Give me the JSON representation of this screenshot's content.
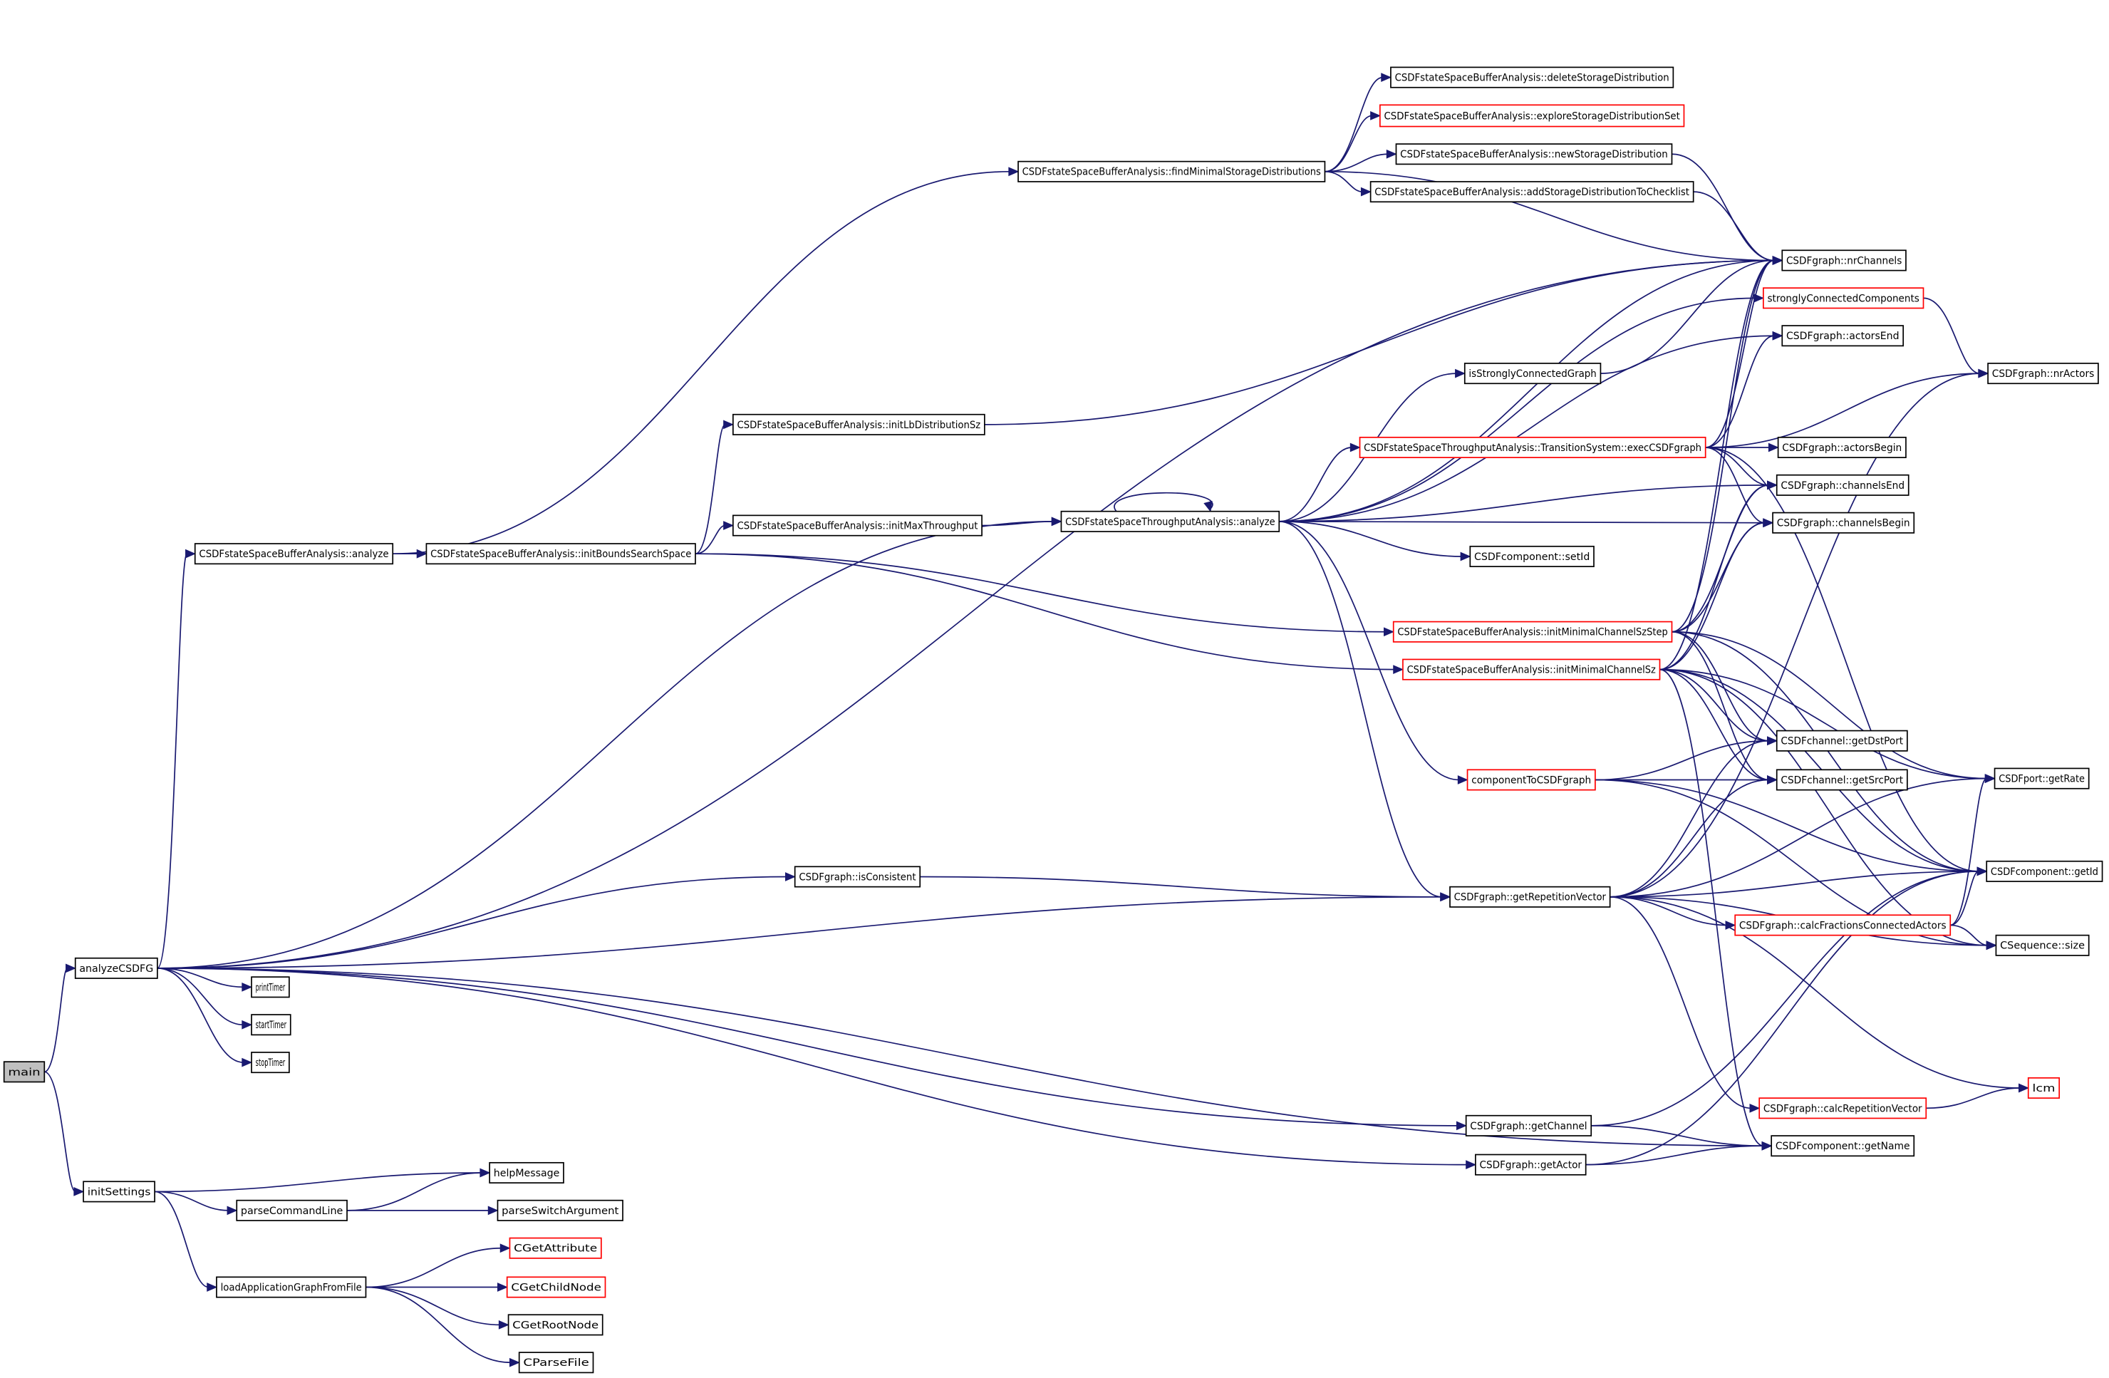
{
  "diagram": {
    "type": "call-graph",
    "colors": {
      "edge": "#191970",
      "node_border": "#000000",
      "undocumented_border": "#ff0000",
      "root_fill": "#bfbfbf",
      "background": "#ffffff"
    },
    "nodes": [
      {
        "id": "main",
        "label": "main",
        "style": "root"
      },
      {
        "id": "analyzeCSDFG",
        "label": "analyzeCSDFG",
        "style": "normal"
      },
      {
        "id": "initSettings",
        "label": "initSettings",
        "style": "normal"
      },
      {
        "id": "printTimer",
        "label": "printTimer",
        "style": "normal"
      },
      {
        "id": "startTimer",
        "label": "startTimer",
        "style": "normal"
      },
      {
        "id": "stopTimer",
        "label": "stopTimer",
        "style": "normal"
      },
      {
        "id": "helpMessage",
        "label": "helpMessage",
        "style": "normal"
      },
      {
        "id": "parseCommandLine",
        "label": "parseCommandLine",
        "style": "normal"
      },
      {
        "id": "parseSwitchArgument",
        "label": "parseSwitchArgument",
        "style": "normal"
      },
      {
        "id": "loadApplicationGraphFromFile",
        "label": "loadApplicationGraphFromFile",
        "style": "normal"
      },
      {
        "id": "CGetAttribute",
        "label": "CGetAttribute",
        "style": "red"
      },
      {
        "id": "CGetChildNode",
        "label": "CGetChildNode",
        "style": "red"
      },
      {
        "id": "CGetRootNode",
        "label": "CGetRootNode",
        "style": "normal"
      },
      {
        "id": "CParseFile",
        "label": "CParseFile",
        "style": "normal"
      },
      {
        "id": "bufAnalyze",
        "label": "CSDFstateSpaceBufferAnalysis::analyze",
        "style": "normal"
      },
      {
        "id": "initBounds",
        "label": "CSDFstateSpaceBufferAnalysis::initBoundsSearchSpace",
        "style": "normal"
      },
      {
        "id": "initLb",
        "label": "CSDFstateSpaceBufferAnalysis::initLbDistributionSz",
        "style": "normal"
      },
      {
        "id": "initMaxTp",
        "label": "CSDFstateSpaceBufferAnalysis::initMaxThroughput",
        "style": "normal"
      },
      {
        "id": "findMin",
        "label": "CSDFstateSpaceBufferAnalysis::findMinimalStorageDistributions",
        "style": "normal"
      },
      {
        "id": "deleteSD",
        "label": "CSDFstateSpaceBufferAnalysis::deleteStorageDistribution",
        "style": "normal"
      },
      {
        "id": "exploreSD",
        "label": "CSDFstateSpaceBufferAnalysis::exploreStorageDistributionSet",
        "style": "red"
      },
      {
        "id": "newSD",
        "label": "CSDFstateSpaceBufferAnalysis::newStorageDistribution",
        "style": "normal"
      },
      {
        "id": "addSD",
        "label": "CSDFstateSpaceBufferAnalysis::addStorageDistributionToChecklist",
        "style": "normal"
      },
      {
        "id": "nrChannels",
        "label": "CSDFgraph::nrChannels",
        "style": "normal"
      },
      {
        "id": "scc",
        "label": "stronglyConnectedComponents",
        "style": "red"
      },
      {
        "id": "actorsEnd",
        "label": "CSDFgraph::actorsEnd",
        "style": "normal"
      },
      {
        "id": "nrActors",
        "label": "CSDFgraph::nrActors",
        "style": "normal"
      },
      {
        "id": "isSCG",
        "label": "isStronglyConnectedGraph",
        "style": "normal"
      },
      {
        "id": "execCSDF",
        "label": "CSDFstateSpaceThroughputAnalysis::TransitionSystem::execCSDFgraph",
        "style": "red"
      },
      {
        "id": "actorsBegin",
        "label": "CSDFgraph::actorsBegin",
        "style": "normal"
      },
      {
        "id": "channelsEnd",
        "label": "CSDFgraph::channelsEnd",
        "style": "normal"
      },
      {
        "id": "channelsBegin",
        "label": "CSDFgraph::channelsBegin",
        "style": "normal"
      },
      {
        "id": "tpAnalyze",
        "label": "CSDFstateSpaceThroughputAnalysis::analyze",
        "style": "normal"
      },
      {
        "id": "setId",
        "label": "CSDFcomponent::setId",
        "style": "normal"
      },
      {
        "id": "initMinStep",
        "label": "CSDFstateSpaceBufferAnalysis::initMinimalChannelSzStep",
        "style": "red"
      },
      {
        "id": "initMin",
        "label": "CSDFstateSpaceBufferAnalysis::initMinimalChannelSz",
        "style": "red"
      },
      {
        "id": "getDstPort",
        "label": "CSDFchannel::getDstPort",
        "style": "normal"
      },
      {
        "id": "getSrcPort",
        "label": "CSDFchannel::getSrcPort",
        "style": "normal"
      },
      {
        "id": "getRate",
        "label": "CSDFport::getRate",
        "style": "normal"
      },
      {
        "id": "compToCSDF",
        "label": "componentToCSDFgraph",
        "style": "red"
      },
      {
        "id": "isConsistent",
        "label": "CSDFgraph::isConsistent",
        "style": "normal"
      },
      {
        "id": "getRepVec",
        "label": "CSDFgraph::getRepetitionVector",
        "style": "normal"
      },
      {
        "id": "getId",
        "label": "CSDFcomponent::getId",
        "style": "normal"
      },
      {
        "id": "calcFrac",
        "label": "CSDFgraph::calcFractionsConnectedActors",
        "style": "red"
      },
      {
        "id": "seqSize",
        "label": "CSequence::size",
        "style": "normal"
      },
      {
        "id": "lcm",
        "label": "lcm",
        "style": "red"
      },
      {
        "id": "calcRepVec",
        "label": "CSDFgraph::calcRepetitionVector",
        "style": "red"
      },
      {
        "id": "getChannel",
        "label": "CSDFgraph::getChannel",
        "style": "normal"
      },
      {
        "id": "getName",
        "label": "CSDFcomponent::getName",
        "style": "normal"
      },
      {
        "id": "getActor",
        "label": "CSDFgraph::getActor",
        "style": "normal"
      }
    ],
    "edges": [
      [
        "main",
        "analyzeCSDFG"
      ],
      [
        "main",
        "initSettings"
      ],
      [
        "analyzeCSDFG",
        "printTimer"
      ],
      [
        "analyzeCSDFG",
        "startTimer"
      ],
      [
        "analyzeCSDFG",
        "stopTimer"
      ],
      [
        "analyzeCSDFG",
        "bufAnalyze"
      ],
      [
        "analyzeCSDFG",
        "tpAnalyze"
      ],
      [
        "analyzeCSDFG",
        "isConsistent"
      ],
      [
        "analyzeCSDFG",
        "getRepVec"
      ],
      [
        "analyzeCSDFG",
        "getChannel"
      ],
      [
        "analyzeCSDFG",
        "getActor"
      ],
      [
        "analyzeCSDFG",
        "getName"
      ],
      [
        "analyzeCSDFG",
        "nrChannels"
      ],
      [
        "initSettings",
        "helpMessage"
      ],
      [
        "initSettings",
        "parseCommandLine"
      ],
      [
        "initSettings",
        "loadApplicationGraphFromFile"
      ],
      [
        "parseCommandLine",
        "helpMessage"
      ],
      [
        "parseCommandLine",
        "parseSwitchArgument"
      ],
      [
        "loadApplicationGraphFromFile",
        "CGetAttribute"
      ],
      [
        "loadApplicationGraphFromFile",
        "CGetChildNode"
      ],
      [
        "loadApplicationGraphFromFile",
        "CGetRootNode"
      ],
      [
        "loadApplicationGraphFromFile",
        "CParseFile"
      ],
      [
        "bufAnalyze",
        "initBounds"
      ],
      [
        "bufAnalyze",
        "findMin"
      ],
      [
        "initBounds",
        "initLb"
      ],
      [
        "initBounds",
        "initMaxTp"
      ],
      [
        "initBounds",
        "initMinStep"
      ],
      [
        "initBounds",
        "initMin"
      ],
      [
        "initLb",
        "nrChannels"
      ],
      [
        "initMaxTp",
        "tpAnalyze"
      ],
      [
        "findMin",
        "deleteSD"
      ],
      [
        "findMin",
        "exploreSD"
      ],
      [
        "findMin",
        "newSD"
      ],
      [
        "findMin",
        "addSD"
      ],
      [
        "findMin",
        "nrChannels"
      ],
      [
        "newSD",
        "nrChannels"
      ],
      [
        "addSD",
        "nrChannels"
      ],
      [
        "tpAnalyze",
        "tpAnalyze"
      ],
      [
        "tpAnalyze",
        "nrChannels"
      ],
      [
        "tpAnalyze",
        "scc"
      ],
      [
        "tpAnalyze",
        "isSCG"
      ],
      [
        "tpAnalyze",
        "execCSDF"
      ],
      [
        "tpAnalyze",
        "channelsEnd"
      ],
      [
        "tpAnalyze",
        "channelsBegin"
      ],
      [
        "tpAnalyze",
        "setId"
      ],
      [
        "tpAnalyze",
        "compToCSDF"
      ],
      [
        "tpAnalyze",
        "getRepVec"
      ],
      [
        "tpAnalyze",
        "actorsEnd"
      ],
      [
        "isSCG",
        "nrChannels"
      ],
      [
        "scc",
        "nrActors"
      ],
      [
        "execCSDF",
        "nrChannels"
      ],
      [
        "execCSDF",
        "actorsEnd"
      ],
      [
        "execCSDF",
        "nrActors"
      ],
      [
        "execCSDF",
        "actorsBegin"
      ],
      [
        "execCSDF",
        "channelsEnd"
      ],
      [
        "execCSDF",
        "channelsBegin"
      ],
      [
        "execCSDF",
        "getId"
      ],
      [
        "initMinStep",
        "nrChannels"
      ],
      [
        "initMinStep",
        "channelsEnd"
      ],
      [
        "initMinStep",
        "channelsBegin"
      ],
      [
        "initMinStep",
        "getDstPort"
      ],
      [
        "initMinStep",
        "getSrcPort"
      ],
      [
        "initMinStep",
        "getRate"
      ],
      [
        "initMinStep",
        "getId"
      ],
      [
        "initMin",
        "nrChannels"
      ],
      [
        "initMin",
        "channelsEnd"
      ],
      [
        "initMin",
        "channelsBegin"
      ],
      [
        "initMin",
        "getDstPort"
      ],
      [
        "initMin",
        "getSrcPort"
      ],
      [
        "initMin",
        "getRate"
      ],
      [
        "initMin",
        "getId"
      ],
      [
        "initMin",
        "getName"
      ],
      [
        "initMin",
        "seqSize"
      ],
      [
        "compToCSDF",
        "getDstPort"
      ],
      [
        "compToCSDF",
        "getSrcPort"
      ],
      [
        "compToCSDF",
        "getId"
      ],
      [
        "compToCSDF",
        "seqSize"
      ],
      [
        "isConsistent",
        "getRepVec"
      ],
      [
        "getRepVec",
        "getDstPort"
      ],
      [
        "getRepVec",
        "getSrcPort"
      ],
      [
        "getRepVec",
        "nrActors"
      ],
      [
        "getRepVec",
        "getRate"
      ],
      [
        "getRepVec",
        "calcFrac"
      ],
      [
        "getRepVec",
        "calcRepVec"
      ],
      [
        "getRepVec",
        "getId"
      ],
      [
        "getRepVec",
        "seqSize"
      ],
      [
        "getRepVec",
        "lcm"
      ],
      [
        "calcFrac",
        "getId"
      ],
      [
        "calcFrac",
        "getRate"
      ],
      [
        "calcFrac",
        "seqSize"
      ],
      [
        "calcRepVec",
        "lcm"
      ],
      [
        "getChannel",
        "getName"
      ],
      [
        "getChannel",
        "getId"
      ],
      [
        "getActor",
        "getName"
      ],
      [
        "getActor",
        "getId"
      ]
    ]
  }
}
